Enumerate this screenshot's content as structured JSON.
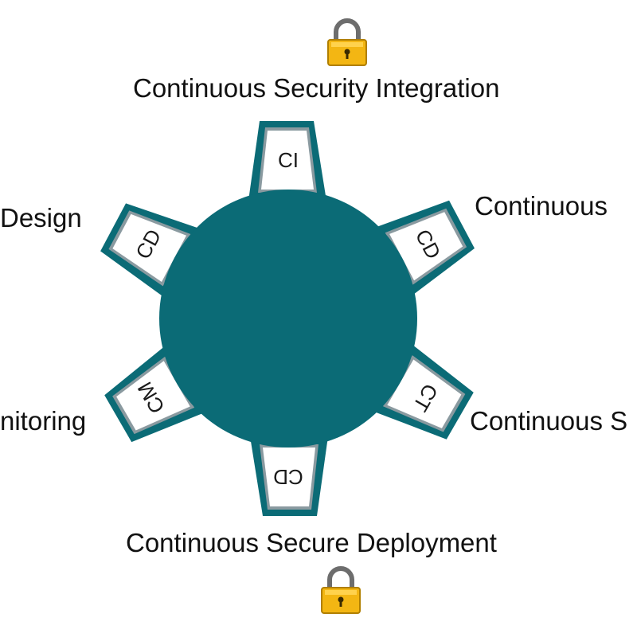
{
  "diagram": {
    "hub_color": "#0b6b76",
    "tab_fill": "#ffffff",
    "tab_border": "#0b6b76",
    "tab_inner_border": "#8a9aa0",
    "tabs": [
      {
        "id": "top",
        "abbr": "CI"
      },
      {
        "id": "upper-right",
        "abbr": "CD"
      },
      {
        "id": "lower-right",
        "abbr": "CT"
      },
      {
        "id": "bottom",
        "abbr": "CD"
      },
      {
        "id": "lower-left",
        "abbr": "CM"
      },
      {
        "id": "upper-left",
        "abbr": "CD"
      }
    ],
    "labels": {
      "top": "Continuous Security Integration",
      "upper_right": "Continuous",
      "lower_right": "Continuous S",
      "bottom": "Continuous Secure Deployment",
      "lower_left": "nitoring",
      "upper_left": "Design"
    },
    "icons": {
      "top": "padlock-icon",
      "bottom": "padlock-icon"
    }
  }
}
